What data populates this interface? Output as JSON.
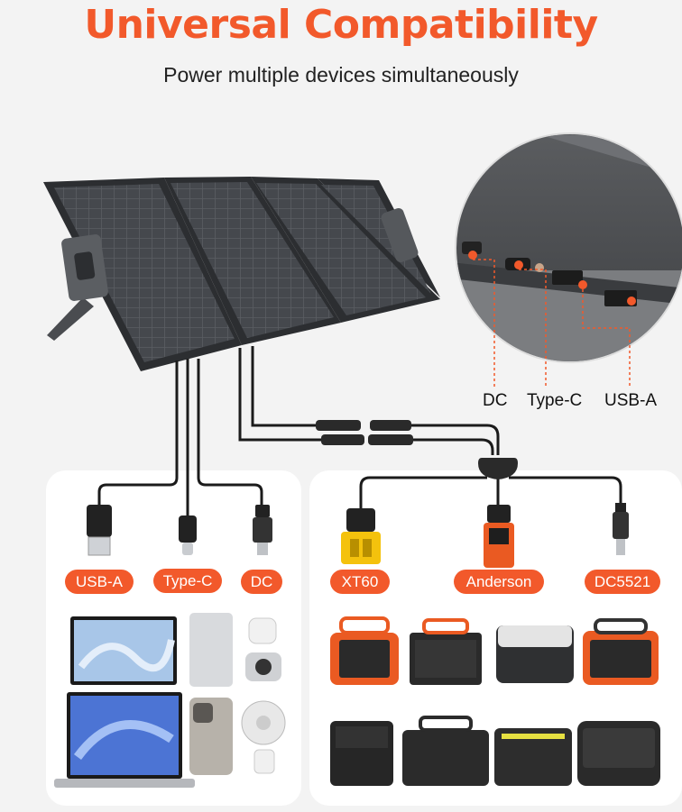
{
  "header": {
    "title": "Universal Compatibility",
    "subtitle": "Power multiple devices simultaneously"
  },
  "zoom_ports": {
    "labels": [
      "DC",
      "Type-C",
      "USB-A"
    ]
  },
  "left_card": {
    "connectors": [
      "USB-A",
      "Type-C",
      "DC"
    ]
  },
  "right_card": {
    "connectors": [
      "XT60",
      "Anderson",
      "DC5521"
    ]
  },
  "colors": {
    "accent": "#f2592b",
    "background": "#f3f3f3",
    "card": "#ffffff",
    "panel": "#3b3d41",
    "cable": "#1b1b1b"
  }
}
